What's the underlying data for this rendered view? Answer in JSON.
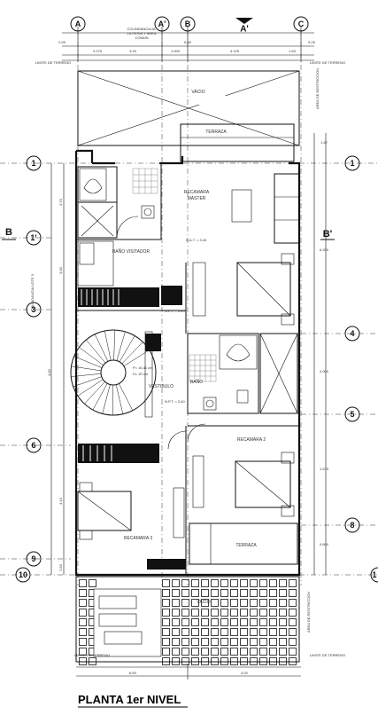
{
  "title": "PLANTA 1er NIVEL",
  "axes_top": [
    "A",
    "A'",
    "B",
    "C"
  ],
  "axes_top_right": [
    "A'"
  ],
  "axes_rows_left": [
    "1",
    "1'",
    "3",
    "6",
    "9",
    "10"
  ],
  "axes_rows_right": [
    "1",
    "4",
    "5",
    "8",
    "1"
  ],
  "section_marks": [
    "B",
    "B'"
  ],
  "top_dims": [
    "2.95",
    "6.00",
    "9.25"
  ],
  "top_subdims": [
    "2.075",
    "3.25",
    "1.000",
    "4.125",
    "1.63"
  ],
  "top_note": [
    "COLINDANCIA AL",
    "LA CESIA Y AREA",
    "COMÚN"
  ],
  "rooms": {
    "vacio_top": "VACIO",
    "terraza_top": "TERRAZA",
    "recamara_master": [
      "RECAMARA",
      "MASTER"
    ],
    "bano_visitador": "BAÑO VISITADOR",
    "vestibulo": "VESTIBULO",
    "bano": "BAÑO",
    "recamara_2": "RECAMARA 2",
    "recamara_3": "RECAMARA 3",
    "terraza_bottom": "TERRAZA",
    "vacio_bottom": "VACIO"
  },
  "stair_note": [
    "P= 16.41 cm",
    "H= 20 cm"
  ],
  "level_tags": [
    "N.A.T. = 3.40",
    "N.P.T. = 3.40",
    "N.P.T. = 3.40",
    "N.A.T. = 3.40",
    "N.A.T. = 3.40",
    "N.P.T. = 3.40"
  ],
  "limits": [
    "LIMITE DE TERRENO",
    "LIMITE DE TERRENO",
    "LIMITE DE TERRENO",
    "LIMITE DE TERRENO"
  ],
  "side_notes": [
    "AREA DE RESTRICCION",
    "COLINDANCIA LOTE 3",
    "AREA DE RESTRICCION"
  ],
  "bottom_dims": [
    "6.50",
    "4.00"
  ],
  "left_dims": [
    "3.70",
    "3.00",
    "4.60",
    "4.13",
    "2.63"
  ],
  "right_dims": [
    "1.47",
    "6.200",
    "4.000",
    "1.675",
    "0.600"
  ]
}
